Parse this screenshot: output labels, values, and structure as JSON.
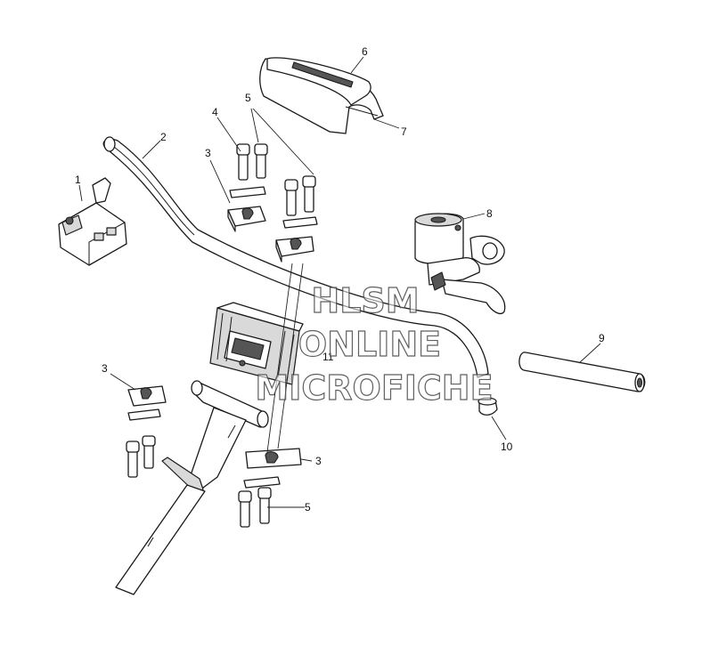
{
  "callouts": {
    "c1": "1",
    "c2": "2",
    "c3a": "3",
    "c3b": "3",
    "c3c": "3",
    "c4": "4",
    "c5a": "5",
    "c5b": "5",
    "c6": "6",
    "c7": "7",
    "c8": "8",
    "c9": "9",
    "c10": "10",
    "c11": "11"
  },
  "watermark": {
    "line1": "HLSM",
    "line2": "ONLINE",
    "line3": "MICROFICHE",
    "color": "#444444"
  }
}
